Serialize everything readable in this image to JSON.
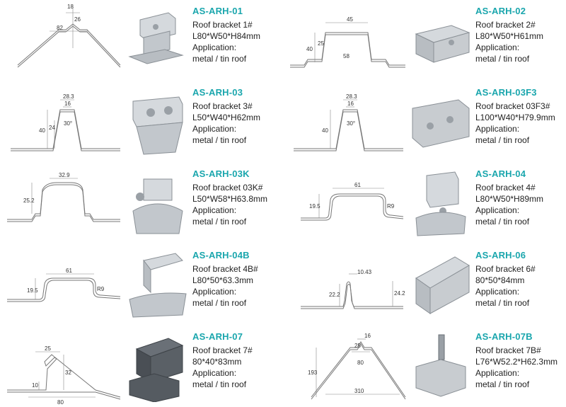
{
  "colors": {
    "code": "#1aa6ad",
    "metal": "#c8ccd0",
    "dark_metal": "#4a4f55"
  },
  "products": [
    {
      "code": "AS-ARH-01",
      "name": "Roof bracket 1#",
      "size": "L80*W50*H84mm",
      "app_label": "Application:",
      "app": "metal / tin roof",
      "dims": [
        "18",
        "26",
        "82"
      ]
    },
    {
      "code": "AS-ARH-02",
      "name": "Roof bracket 2#",
      "size": "L80*W50*H61mm",
      "app_label": "Application:",
      "app": "metal / tin roof",
      "dims": [
        "45",
        "25",
        "40",
        "58"
      ]
    },
    {
      "code": "AS-ARH-03",
      "name": "Roof bracket 3#",
      "size": "L50*W40*H62mm",
      "app_label": "Application:",
      "app": "metal / tin roof",
      "dims": [
        "28.3",
        "16",
        "40",
        "24",
        "30°"
      ]
    },
    {
      "code": "AS-ARH-03F3",
      "name": "Roof bracket 03F3#",
      "size": "L100*W40*H79.9mm",
      "app_label": "Application:",
      "app": "metal / tin roof",
      "dims": [
        "28.3",
        "16",
        "40",
        "30°"
      ]
    },
    {
      "code": "AS-ARH-03K",
      "name": "Roof bracket 03K#",
      "size": "L50*W58*H63.8mm",
      "app_label": "Application:",
      "app": "metal / tin roof",
      "dims": [
        "32.9",
        "25.2"
      ]
    },
    {
      "code": "AS-ARH-04",
      "name": "Roof bracket 4#",
      "size": "L80*W50*H89mm",
      "app_label": "Application:",
      "app": "metal / tin roof",
      "dims": [
        "61",
        "19.5",
        "R9"
      ]
    },
    {
      "code": "AS-ARH-04B",
      "name": "Roof bracket 4B#",
      "size": "L80*50*63.3mm",
      "app_label": "Application:",
      "app": "metal / tin roof",
      "dims": [
        "61",
        "19.5",
        "R9"
      ]
    },
    {
      "code": "AS-ARH-06",
      "name": "Roof bracket 6#",
      "size": "80*50*84mm",
      "app_label": "Application:",
      "app": "metal / tin roof",
      "dims": [
        "10.43",
        "22.2",
        "24.2"
      ]
    },
    {
      "code": "AS-ARH-07",
      "name": "Roof bracket 7#",
      "size": "80*40*83mm",
      "app_label": "Application:",
      "app": "metal / tin roof",
      "dims": [
        "25",
        "32",
        "10",
        "80"
      ]
    },
    {
      "code": "AS-ARH-07B",
      "name": "Roof bracket 7B#",
      "size": "L76*W52.2*H62.3mm",
      "app_label": "Application:",
      "app": "metal / tin roof",
      "dims": [
        "16",
        "25",
        "80",
        "193",
        "310"
      ]
    }
  ]
}
